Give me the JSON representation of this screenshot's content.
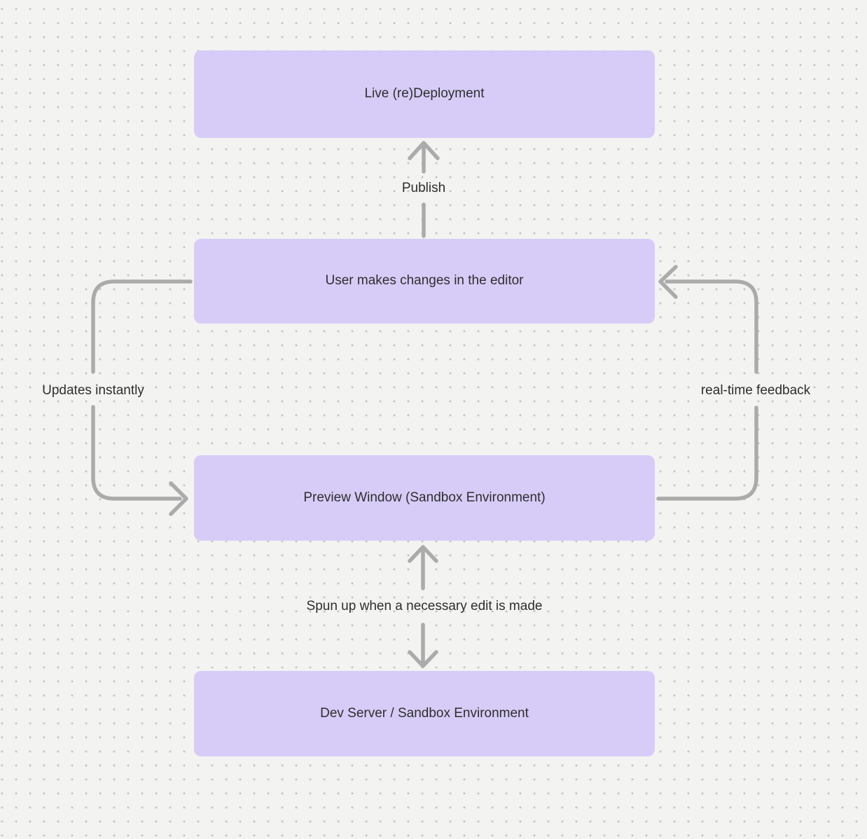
{
  "diagram": {
    "nodes": [
      {
        "label": "Live (re)Deployment"
      },
      {
        "label": "User makes changes in the editor"
      },
      {
        "label": "Preview Window (Sandbox Environment)"
      },
      {
        "label": "Dev Server / Sandbox Environment"
      }
    ],
    "edges": [
      {
        "label": "Publish",
        "from": "User makes changes in the editor",
        "to": "Live (re)Deployment",
        "direction": "up"
      },
      {
        "label": "Updates instantly",
        "from": "User makes changes in the editor",
        "to": "Preview Window (Sandbox Environment)",
        "direction": "down-left-loop"
      },
      {
        "label": "real-time feedback",
        "from": "Preview Window (Sandbox Environment)",
        "to": "User makes changes in the editor",
        "direction": "up-right-loop"
      },
      {
        "label": "Spun up when a necessary edit is made",
        "from": "Preview Window (Sandbox Environment)",
        "to": "Dev Server / Sandbox Environment",
        "direction": "both"
      }
    ],
    "colors": {
      "background": "#f3f3f2",
      "dot": "#c5c5c5",
      "node_fill": "#d7ccf7",
      "arrow": "#ababab",
      "text": "#2e2e2e"
    }
  }
}
